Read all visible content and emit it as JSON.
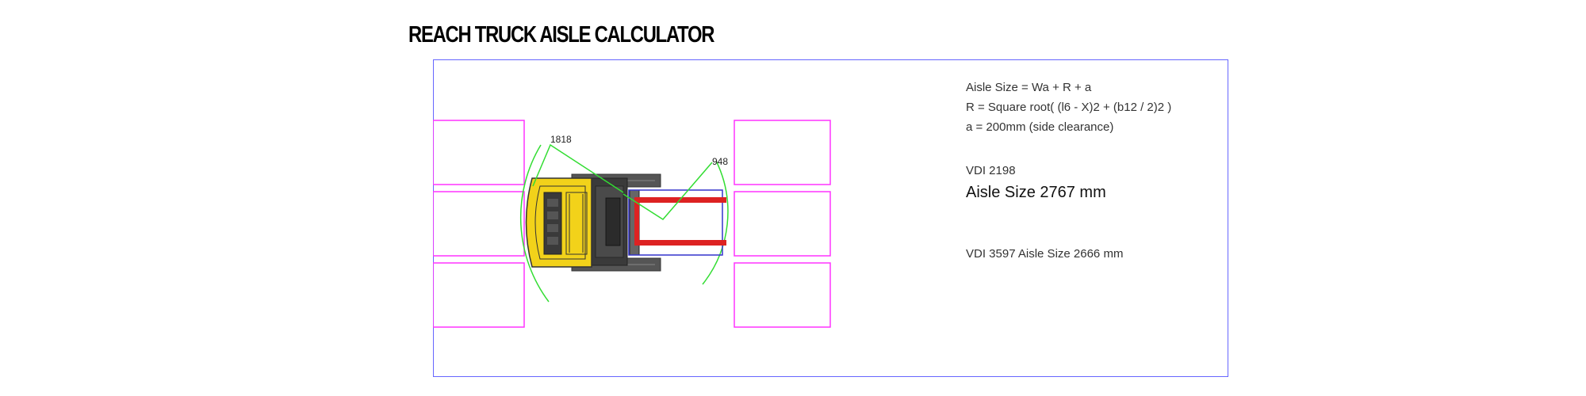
{
  "header": {
    "title": "REACH TRUCK AISLE CALCULATOR"
  },
  "diagram": {
    "dim_label_left": "1818",
    "dim_label_right": "948",
    "colors": {
      "frame": "#6666ff",
      "rack": "#ff33ff",
      "turning_arc": "#33dd33",
      "load": "#3333cc",
      "forks": "#dd2222",
      "truck_body": "#f2d21a"
    }
  },
  "formula": {
    "line1": "Aisle Size = Wa + R + a",
    "line2": "R = Square root( (l6 - X)2 + (b12 / 2)2 )",
    "line3": "a = 200mm (side clearance)"
  },
  "results": {
    "vdi2198_label": "VDI 2198",
    "vdi2198_aisle": "Aisle Size 2767 mm",
    "vdi3597_aisle": "VDI 3597 Aisle Size 2666 mm"
  }
}
